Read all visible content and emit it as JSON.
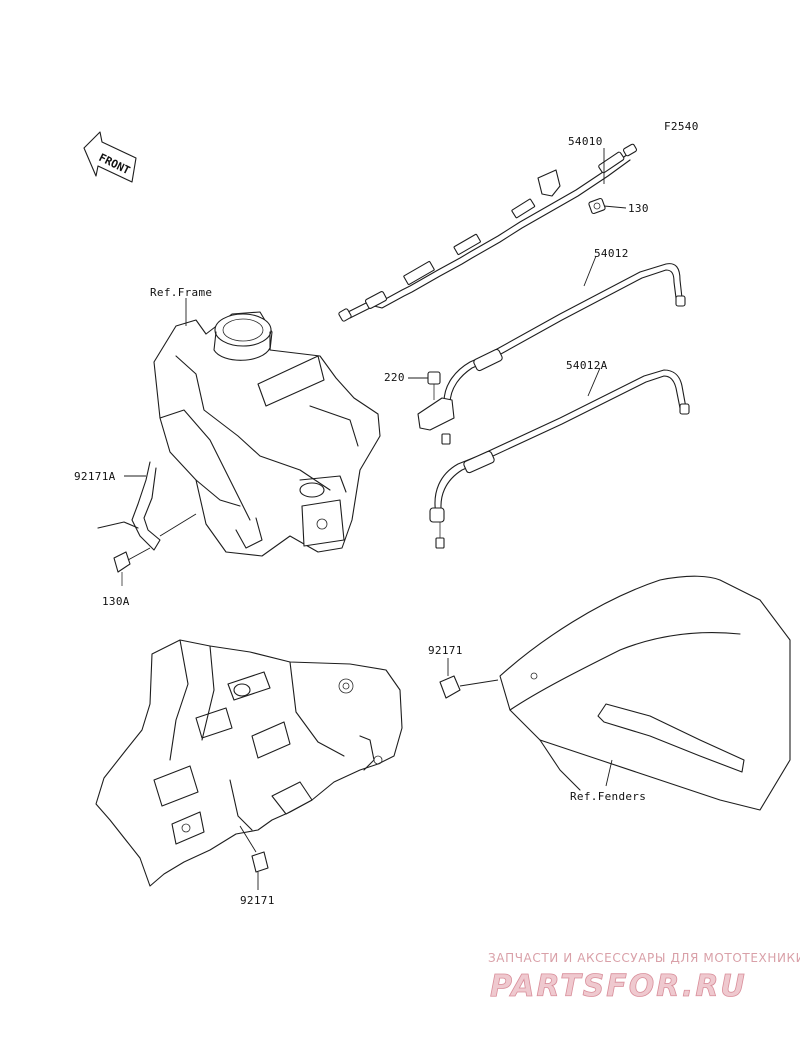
{
  "diagram_code": "F2540",
  "front_arrow_label": "FRONT",
  "callouts": {
    "cable_54010": "54010",
    "bolt_130": "130",
    "cable_54012": "54012",
    "bolt_220": "220",
    "cable_54012A": "54012A",
    "clamp_92171A": "92171A",
    "bolt_130A": "130A",
    "clamp_92171_fender": "92171",
    "clamp_92171_frame": "92171"
  },
  "references": {
    "frame": "Ref.Frame",
    "fenders": "Ref.Fenders"
  },
  "watermark": {
    "subtitle": "ЗАПЧАСТИ И АКСЕССУАРЫ ДЛЯ МОТОТЕХНИКИ",
    "brand": "PARTSFOR.RU"
  },
  "colors": {
    "line": "#1e1e1e",
    "watermark": "#e3a7b1"
  }
}
